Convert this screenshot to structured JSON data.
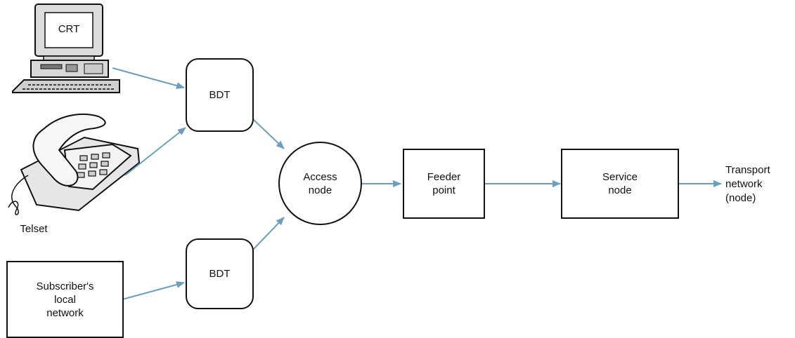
{
  "colors": {
    "arrow": "#6a9fc0",
    "stroke": "#111111",
    "device_fill": "#e4e4e4"
  },
  "devices": {
    "terminal": {
      "screen_label": "CRT",
      "icon": "computer-terminal-icon"
    },
    "telephone": {
      "label": "Telset",
      "icon": "telephone-icon"
    }
  },
  "nodes": {
    "bdt_top": "BDT",
    "bdt_bottom": "BDT",
    "subscriber_network": "Subscriber's\nlocal\nnetwork",
    "access_node": "Access\nnode",
    "feeder_point": "Feeder\npoint",
    "service_node": "Service\nnode",
    "transport_network": "Transport\nnetwork\n(node)"
  }
}
